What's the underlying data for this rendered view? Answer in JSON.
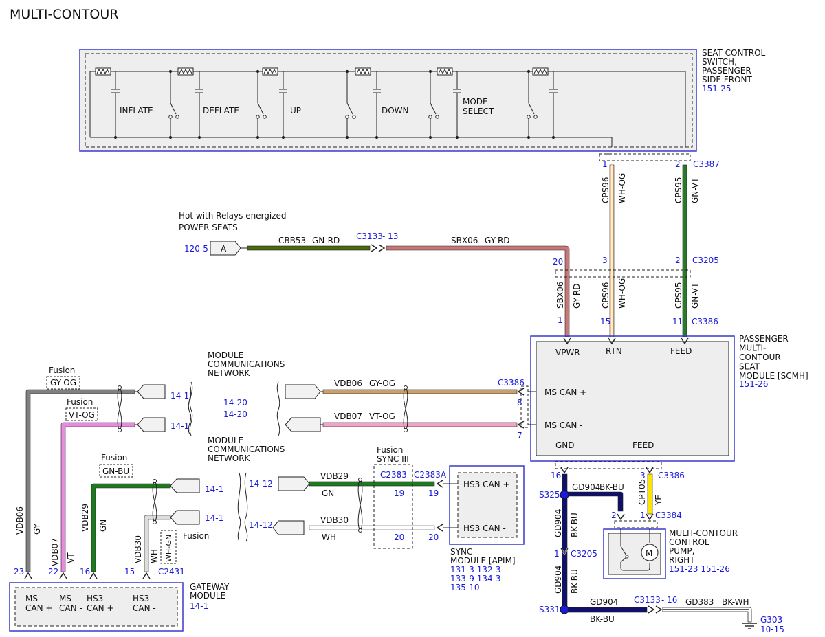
{
  "title": "MULTI-CONTOUR",
  "colors": {
    "ref": "#1a1adb",
    "box": "#3a3acc",
    "module_fill": "#eeeeee",
    "gy_og": "#c8a070",
    "vt_og": "#f3a3c8",
    "gn_rd": "#4a6a10",
    "gy_rd": "#c87878",
    "wh_og": "#f5c080",
    "gn_vt": "#2a7a2a",
    "gn": "#1f7a1f",
    "wh": "#cccccc",
    "gy": "#808080",
    "vt": "#e98ae0",
    "bk_bu": "#10106a",
    "ye": "#ffe400",
    "bk_wh": "#222222"
  },
  "seat_switch": {
    "name": "SEAT CONTROL\nSWITCH,\nPASSENGER\nSIDE FRONT",
    "ref": "151-25",
    "labels": [
      "INFLATE",
      "DEFLATE",
      "UP",
      "DOWN",
      "MODE\nSELECT"
    ]
  },
  "power": {
    "hot_label": "Hot with Relays energized",
    "circuit_label": "POWER SEATS",
    "ref": "120-5",
    "connector_letter": "A",
    "wire1_circuit": "CBB53",
    "wire1_color": "GN-RD",
    "splice_conn": "C3133",
    "splice_pin": "- 13",
    "wire2_circuit": "SBX06",
    "wire2_color": "GY-RD"
  },
  "upper_wires": {
    "c3387": "C3387",
    "c3205": "C3205",
    "c3386": "C3386",
    "pin_1": "1",
    "pin_2": "2",
    "pin_3": "3",
    "pin_20": "20",
    "pin_15": "15",
    "pin_11": "11",
    "cps96": "CPS96",
    "wh_og": "WH-OG",
    "cps95": "CPS95",
    "gn_vt": "GN-VT",
    "sbx06": "SBX06",
    "gy_rd": "GY-RD"
  },
  "scm": {
    "name": "PASSENGER\nMULTI-\nCONTOUR\nSEAT\nMODULE [SCMH]",
    "ref": "151-26",
    "vpwr": "VPWR",
    "rtn": "RTN",
    "feed": "FEED",
    "ms_can_plus": "MS CAN +",
    "ms_can_minus": "MS CAN -",
    "gnd": "GND",
    "feed2": "FEED",
    "conn": "C3386",
    "pin_8": "8",
    "pin_7": "7"
  },
  "network": {
    "mcn_top": "MODULE\nCOMMUNICATIONS\nNETWORK",
    "mcn_bottom": "MODULE\nCOMMUNICATIONS\nNETWORK",
    "ref_14_20a": "14-20",
    "ref_14_20b": "14-20",
    "ref_14_1a": "14-1",
    "ref_14_1b": "14-1",
    "ref_14_1c": "14-1",
    "ref_14_1d": "14-1",
    "ref_14_12a": "14-12",
    "ref_14_12b": "14-12",
    "vdb06": "VDB06",
    "gy_og": "GY-OG",
    "vdb07": "VDB07",
    "vt_og": "VT-OG",
    "vdb29": "VDB29",
    "gn": "GN",
    "vdb30": "VDB30",
    "wh": "WH",
    "fusion": "Fusion",
    "fusion_gy_og": "GY-OG",
    "fusion_vt_og": "VT-OG",
    "fusion_gn_bu": "GN-BU",
    "fusion_wh_gn": "WH-GN",
    "fusion_sync": "Fusion\nSYNC III",
    "c2383": "C2383",
    "c2383a": "C2383A",
    "pin_19a": "19",
    "pin_19b": "19",
    "pin_20a": "20",
    "pin_20b": "20"
  },
  "sync": {
    "hs3_plus": "HS3 CAN +",
    "hs3_minus": "HS3 CAN -",
    "name": "SYNC\nMODULE [APIM]",
    "refs": "131-3   132-3\n133-9   134-3\n135-10"
  },
  "gateway": {
    "name": "GATEWAY\nMODULE",
    "ref": "14-1",
    "ms_can_plus": "MS\nCAN +",
    "ms_can_minus": "MS\nCAN -",
    "hs3_can_plus": "HS3\nCAN +",
    "hs3_can_minus": "HS3\nCAN -",
    "pin_23": "23",
    "pin_22": "22",
    "pin_16": "16",
    "pin_15": "15",
    "conn": "C2431",
    "vdb06": "VDB06",
    "gy": "GY",
    "vdb07": "VDB07",
    "vt": "VT",
    "vdb29": "VDB29",
    "gn": "GN",
    "vdb30": "VDB30",
    "wh": "WH"
  },
  "ground": {
    "pin_16": "16",
    "pin_3": "3",
    "c3386": "C3386",
    "s325": "S325",
    "gd904a": "GD904",
    "bk_bu_a": "BK-BU",
    "gd904_v1": "GD904",
    "bk_bu_v1": "BK-BU",
    "pin_2": "2",
    "pin_1a": "1",
    "c3384": "C3384",
    "cpt05": "CPT05",
    "ye": "YE",
    "pin_1b": "1",
    "c3205": "C3205",
    "gd904_v2": "GD904",
    "bk_bu_v2": "BK-BU",
    "s331": "S331",
    "gd904b": "GD904",
    "bk_bu_b": "BK-BU",
    "c3133": "C3133",
    "c3133_pin": "- 16",
    "gd383": "GD383",
    "bk_wh": "BK-WH",
    "g303": "G303",
    "g303_ref": "10-15"
  },
  "pump": {
    "name": "MULTI-CONTOUR\nCONTROL\nPUMP,\nRIGHT",
    "refs": "151-23   151-26",
    "motor": "M"
  }
}
